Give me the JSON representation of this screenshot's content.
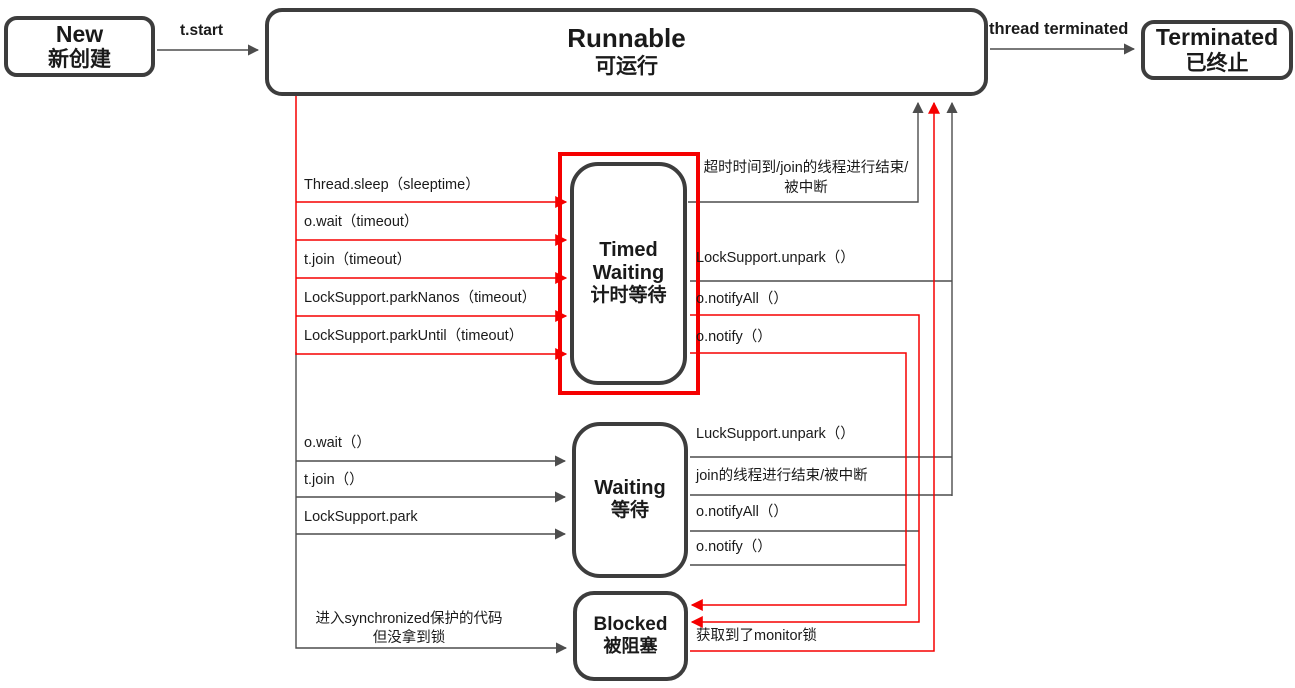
{
  "nodes": {
    "new": {
      "title": "New",
      "subtitle": "新创建"
    },
    "runnable": {
      "title": "Runnable",
      "subtitle": "可运行"
    },
    "terminated": {
      "title": "Terminated",
      "subtitle": "已终止"
    },
    "timed_waiting:": "",
    "timed_waiting": {
      "title": "Timed\nWaiting",
      "subtitle": "计时等待"
    },
    "waiting": {
      "title": "Waiting",
      "subtitle": "等待"
    },
    "blocked": {
      "title": "Blocked",
      "subtitle": "被阻塞"
    }
  },
  "edge_labels": {
    "t_start": "t.start",
    "thread_terminated": "thread terminated",
    "thread_sleep": "Thread.sleep（sleeptime）",
    "o_wait_timeout": "o.wait（timeout）",
    "t_join_timeout": "t.join（timeout）",
    "park_nanos": "LockSupport.parkNanos（timeout）",
    "park_until": "LockSupport.parkUntil（timeout）",
    "timeout_done": "超时时间到/join的线程进行结束/\n被中断",
    "locksupport_unpark": "LockSupport.unpark（）",
    "o_notifyall_tw": "o.notifyAll（）",
    "o_notify_tw": "o.notify（）",
    "o_wait": "o.wait（）",
    "t_join": "t.join（）",
    "locksupport_park": "LockSupport.park",
    "lucksupport_unpark": "LuckSupport.unpark（）",
    "join_done": "join的线程进行结束/被中断",
    "o_notifyall_w": "o.notifyAll（）",
    "o_notify_w": "o.notify（）",
    "enter_sync": "进入synchronized保护的代码\n但没拿到锁",
    "got_monitor": "获取到了monitor锁"
  },
  "colors": {
    "accent_red": "#f50000",
    "line_gray": "#4d4d4d",
    "box_border": "#3d3d3d",
    "text": "#1a1a1a",
    "background": "#ffffff"
  }
}
